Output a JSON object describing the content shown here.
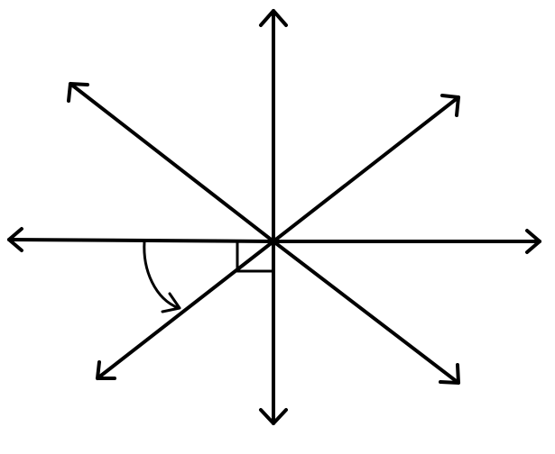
{
  "diagram": {
    "type": "intersecting-lines",
    "stroke_color": "#000000",
    "background_color": "#ffffff",
    "rays": [
      {
        "id": "up",
        "direction": "north"
      },
      {
        "id": "down",
        "direction": "south"
      },
      {
        "id": "left",
        "direction": "west"
      },
      {
        "id": "right",
        "direction": "east"
      },
      {
        "id": "up-left",
        "direction": "north-west"
      },
      {
        "id": "up-right",
        "direction": "north-east"
      },
      {
        "id": "down-left",
        "direction": "south-west"
      },
      {
        "id": "down-right",
        "direction": "south-east"
      }
    ],
    "marks": [
      {
        "id": "right-angle-mark"
      },
      {
        "id": "angle-arc-arrow"
      }
    ]
  }
}
